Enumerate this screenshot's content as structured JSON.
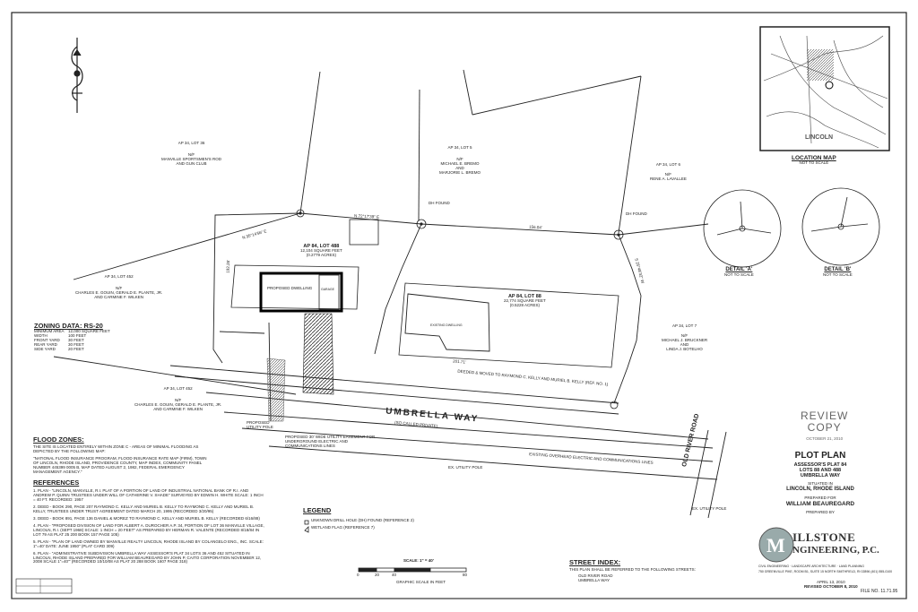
{
  "sheet": {
    "neighbors": {
      "lot36": {
        "id": "AP 34, LOT 36",
        "np": "N/F",
        "owner1": "MANVILLE SPORTSMEN'S ROD",
        "owner2": "AND GUN CLUB"
      },
      "lot5": {
        "id": "AP 34, LOT 5",
        "np": "N/F",
        "owner1": "MICHAEL E. BREMO",
        "owner2": "AND",
        "owner3": "MARJORIE L. BREMO"
      },
      "lot6": {
        "id": "AP 34, LOT 6",
        "np": "N/F",
        "owner1": "RENE A. LAVALLEE"
      },
      "lot452a": {
        "id": "AP 34, LOT 452",
        "np": "N/F",
        "owner1": "CHARLES E. GOUIN, GERALD E. PLANTE, JR.",
        "owner2": "AND CARMINE F. WILKEN"
      },
      "lot7": {
        "id": "AP 34, LOT 7",
        "np": "N/F",
        "owner1": "MICHAEL J. BRUCKNER",
        "owner2": "AND",
        "owner3": "LINDA J. BOTELHO"
      },
      "lot452b": {
        "id": "AP 34, LOT 452",
        "np": "N/F",
        "owner1": "CHARLES E. GOUIN, GERALD E. PLANTE, JR.",
        "owner2": "AND CARMINE F. WILKEN"
      }
    },
    "parcels": {
      "lot488": {
        "id": "AP 84, LOT 488",
        "area": "12,104 SQUARE FEET",
        "acres": "(0.2779 ACRES)"
      },
      "lot88": {
        "id": "AP 84, LOT 88",
        "area": "22,774 SQUARE FEET",
        "acres": "(0.5228 ACRES)"
      }
    },
    "features": {
      "proposed_dwelling": "PROPOSED DWELLING",
      "garage": "GARAGE",
      "existing_dwelling": "EXISTING DWELLING",
      "street_name": "UMBRELLA WAY",
      "street_sub": "(SO CALLED PRIVATE)",
      "old_river_road": "OLD RIVER ROAD",
      "drill_hole_1": "DH FOUND",
      "drill_hole_2": "DH FOUND",
      "utility_pole_1": "EX. UTILITY POLE",
      "utility_pole_2": "EX. UTILITY POLE",
      "prop_utility_pole": "PROPOSED UTILITY POLE",
      "easement_note": "PROPOSED 30' WIDE UTILITY EASEMENT FOR UNDERGROUND ELECTRIC AND COMMUNICATIONS LINES",
      "exist_overhead": "EXISTING OVERHEAD ELECTRIC AND COMMUNICATIONS LINES",
      "conveyance": "DEEDED & MOVED TO RAYMOND C. KELLY AND MURIEL B. KELLY (REF. NO. 1)"
    },
    "zoning": {
      "title": "ZONING DATA: RS-20",
      "rows": [
        [
          "MINIMUM AREA",
          "12,000 SQUARE FEET"
        ],
        [
          "WIDTH",
          "100 FEET"
        ],
        [
          "FRONT YARD",
          "30 FEET"
        ],
        [
          "REAR YARD",
          "30 FEET"
        ],
        [
          "SIDE YARD",
          "20 FEET"
        ]
      ]
    },
    "flood": {
      "title": "FLOOD ZONES:",
      "text1": "THE SITE IS LOCATED ENTIRELY WITHIN ZONE C - AREAS OF MINIMAL FLOODING AS DEPICTED BY THE FOLLOWING MAP:",
      "text2": "\"NATIONAL FLOOD INSURANCE PROGRAM, FLOOD INSURANCE RATE MAP (FIRM), TOWN OF LINCOLN, RHODE ISLAND, PROVIDENCE COUNTY, MAP INDEX, COMMUNITY PANEL NUMBER 445399 0005 B, MAP DATED AUGUST 2, 1982, FEDERAL EMERGENCY MANAGEMENT AGENCY.\""
    },
    "references": {
      "title": "REFERENCES",
      "items": [
        "1. PLAN - \"LINCOLN, MANVILLE, R.I. PLAT OF A PORTION OF LAND OF INDUSTRIAL NATIONAL BANK OF R.I. AND ANDREW P. QUINN TRUSTEES UNDER WILL OF CATHERINE V. SHADE\" SURVEYED BY EDWIN H. WHITE SCALE: 1 INCH = 40 FT. RECORDED: 1957",
        "2. DEED - BOOK 290, PAGE 207 RAYMOND C. KELLY AND MURIEL B. KELLY TO RAYMOND C. KELLY AND MURIEL B. KELLY, TRUSTEES UNDER TRUST AGREEMENT DATED MARCH 20, 1995 (RECORDED 3/20/95)",
        "3. DEED - BOOK 891, PAGE 136 DANIEL & MOREZ TO RAYMOND C. KELLY AND MURIEL B. KELLY (RECORDED 6/16/88)",
        "4. PLAN - \"PROPOSED DIVISION OF LAND FOR ALBERT A. DUROCHER A.P. 34, PORTION OF LOT 36 MANVILLE VILLAGE, LINCOLN, R.I. (SEPT 1968) SCALE: 1 INCH = 20 FEET\" AS PREPARED BY HERMAN R. VALENTE (RECORDED 8/18/84 IN LOT 79 AS PLAT 25 200 BOOK 157 PAGE 105)",
        "5. PLAN - \"PLAN OF LAND OWNED BY MANVILLE REALTY LINCOLN, RHODE ISLAND BY COLANGELO ENG., INC. SCALE: 1\"=40' DATE: JUNE 1950\" (PLAT CARD 309)",
        "6. PLAN - \"ADMINISTRATIVE SUBDIVISION UMBRELLA WAY ASSESSOR'S PLAT 34 LOTS 36 AND 452 SITUATED IN LINCOLN, RHODE ISLAND PREPARED FOR WILLIAM BEAUREGARD BY JOHN P. CAITO CORPORATION NOVEMBER 12, 2008 SCALE 1\"=40'\" (RECORDED 10/10/08 AS PLAT 20 288 BOOK 1607 PAGE 318)"
      ]
    },
    "legend": {
      "title": "LEGEND",
      "items": [
        "UNKNOWN DRILL HOLE (DH) FOUND (REFERENCE 2)",
        "WETLAND FLAG (REFERENCE 7)"
      ]
    },
    "scale": {
      "title": "SCALE: 1\" = 40'",
      "marks": [
        "0",
        "20",
        "40",
        "80"
      ],
      "sub": "GRAPHIC SCALE IN FEET"
    },
    "street_index": {
      "title": "STREET INDEX:",
      "text": "THIS PLAN SHALL BE REFERRED TO THE FOLLOWING STREETS:",
      "s1": "OLD RIVER ROAD",
      "s2": "UMBRELLA WAY"
    },
    "location_map": {
      "title": "LOCATION MAP",
      "sub": "NOT TO SCALE",
      "town": "LINCOLN"
    },
    "detail_a": {
      "title": "DETAIL 'A'",
      "sub": "NOT TO SCALE"
    },
    "detail_b": {
      "title": "DETAIL 'B'",
      "sub": "NOT TO SCALE"
    },
    "review": {
      "line1": "REVIEW",
      "line2": "COPY",
      "date": "OCTOBER 21, 2010"
    },
    "title_block": {
      "title": "PLOT PLAN",
      "line1": "ASSESSOR'S PLAT 84",
      "line2": "LOTS 88 AND 488",
      "line3": "UMBRELLA WAY",
      "situated": "SITUATED IN",
      "town": "LINCOLN, RHODE ISLAND",
      "prepared_for": "PREPARED FOR",
      "client": "WILLIAM BEAUREGARD",
      "prepared_by": "PREPARED BY"
    },
    "firm": {
      "name1": "ILLSTONE",
      "name2": "NGINEERING, P.C.",
      "services": "CIVIL ENGINEERING · LANDSCAPE ARCHITECTURE · LAND PLANNING",
      "address": "750 GREENVILLE PIKE, ROOM B1, SUITE 15 NORTH SMITHFIELD, RI 02896 (401) 555-0100",
      "date1": "APRIL 13, 2010",
      "date2": "REVISED OCTOBER 8, 2010",
      "file": "FILE NO. 11.71.95"
    },
    "bearings": {
      "b1": "N 72°17'39\" E",
      "b2": "N 35°14'56\" E",
      "b3": "192.28'",
      "b4": "156.04'",
      "b5": "S 25°48'32\" W",
      "b6": "201.71'"
    }
  }
}
